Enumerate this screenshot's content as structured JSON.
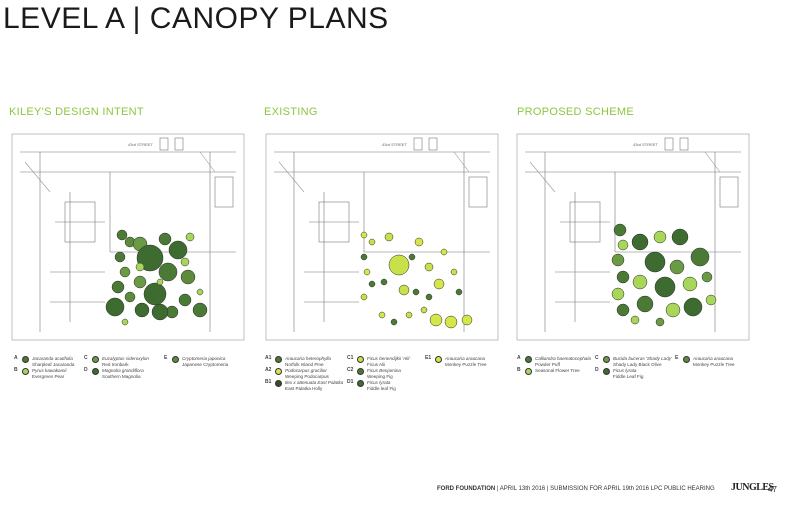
{
  "page": {
    "title": "LEVEL A  |  CANOPY PLANS",
    "footer_org": "FORD FOUNDATION",
    "footer_rest": " | APRIL 13th 2016 | SUBMISSION FOR APRIL 19th 2016 LPC PUBLIC HEARING",
    "brand": "JUNGLES",
    "page_number": "47"
  },
  "sections": [
    {
      "heading": "KILEY'S DESIGN INTENT",
      "street": "43rd STREET"
    },
    {
      "heading": "EXISTING",
      "street": "43rd STREET"
    },
    {
      "heading": "PROPOSED SCHEME",
      "street": "43rd STREET"
    }
  ],
  "colors": {
    "accent": "#8cc63f",
    "dark_tree": "#3e6b2f",
    "mid_tree": "#5d8a3c",
    "light_tree": "#a8d65a",
    "yellow_tree": "#d4e64a"
  },
  "legends": [
    [
      {
        "code": "A",
        "color": "#4a7a35",
        "sci": "Jacaranda acutifolia",
        "common": "Sharpleaf Jacaranda"
      },
      {
        "code": "B",
        "color": "#a8d65a",
        "sci": "Pyrus kawakamii",
        "common": "Evergreen Pear"
      },
      {
        "code": "C",
        "color": "#6b9a45",
        "sci": "Eucalyptus sideroxylon",
        "common": "Red Ironbark"
      },
      {
        "code": "D",
        "color": "#3e6b2f",
        "sci": "Magnolia grandiflora",
        "common": "Southern Magnolia"
      },
      {
        "code": "E",
        "color": "#5d8a3c",
        "sci": "Cryptomeria japonica",
        "common": "Japanese Cryptomeria"
      }
    ],
    [
      {
        "code": "A1",
        "color": "#4a7a35",
        "sci": "Araucaria heterophylla",
        "common": "Norfolk Island Pine"
      },
      {
        "code": "A2",
        "color": "#d4e64a",
        "sci": "Podocarpus gracilior",
        "common": "Weeping Podocarpus"
      },
      {
        "code": "B1",
        "color": "#2f5226",
        "sci": "Ilex x attenuata East Palatka",
        "common": "East Palatka Holly"
      },
      {
        "code": "C1",
        "color": "#c8e04a",
        "sci": "Ficus benendijkii 'Alii'",
        "common": "Ficus Alii"
      },
      {
        "code": "C2",
        "color": "#4a7a35",
        "sci": "Ficus Benjamina",
        "common": "Weeping Fig"
      },
      {
        "code": "D1",
        "color": "#3e6b2f",
        "sci": "Ficus lyrata",
        "common": "Fiddle leaf Fig"
      },
      {
        "code": "E1",
        "color": "#d4e64a",
        "sci": "Araucaria araucana",
        "common": "Monkey Puzzle Tree"
      }
    ],
    [
      {
        "code": "A",
        "color": "#4a7a35",
        "sci": "Calliandra haematocephala",
        "common": "Powder Puff"
      },
      {
        "code": "B",
        "color": "#a8d65a",
        "sci": "",
        "common": "Seasonal Flower Tree"
      },
      {
        "code": "C",
        "color": "#6b9a45",
        "sci": "Bucida buceras 'Shady Lady'",
        "common": "Shady Lady Black Olive"
      },
      {
        "code": "D",
        "color": "#3e6b2f",
        "sci": "Ficus lyrata",
        "common": "Fiddle Leaf Fig"
      },
      {
        "code": "E",
        "color": "#5d8a3c",
        "sci": "Araucaria araucana",
        "common": "Monkey Puzzle Tree"
      }
    ]
  ]
}
